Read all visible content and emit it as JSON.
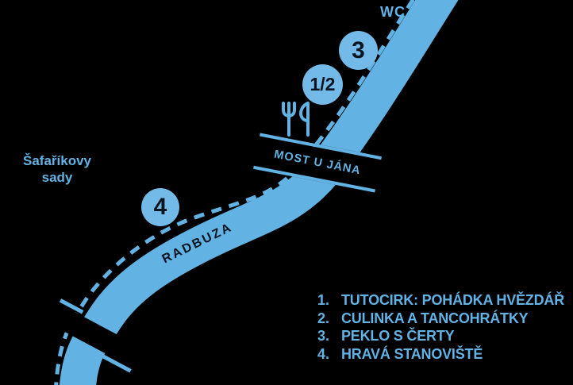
{
  "colors": {
    "background": "#000000",
    "accent_blue": "#63B2E4",
    "marker_fill": "#74BAE8",
    "dark_ink": "#0A1520"
  },
  "map": {
    "wc_label": "WC",
    "park_label": {
      "line1": "Šafaříkovy",
      "line2": "sady"
    },
    "river_label": "RADBUZA",
    "bridge_label": "MOST U JÁNA",
    "markers": [
      {
        "label": "3"
      },
      {
        "label": "1/2"
      },
      {
        "label": "4"
      }
    ],
    "icons": {
      "food": "fork-knife-icon"
    }
  },
  "legend": {
    "items": [
      {
        "num": "1.",
        "label": "TUTOCIRK: POHÁDKA HVĚZDÁŘ"
      },
      {
        "num": "2.",
        "label": "CULINKA A TANCOHRÁTKY"
      },
      {
        "num": "3.",
        "label": "PEKLO S ČERTY"
      },
      {
        "num": "4.",
        "label": "HRAVÁ STANOVIŠTĚ"
      }
    ]
  }
}
